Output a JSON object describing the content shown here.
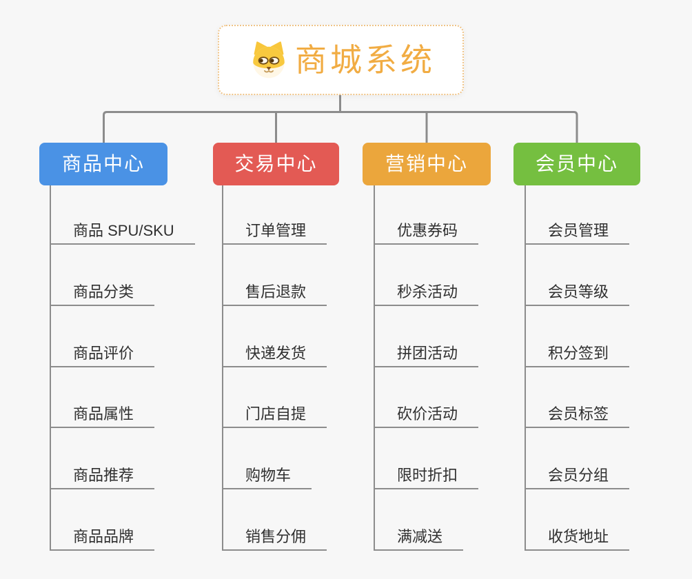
{
  "root": {
    "title": "商城系统",
    "icon": "dog-face-icon"
  },
  "branches": [
    {
      "label": "商品中心",
      "color": "#4A92E5",
      "children": [
        "商品 SPU/SKU",
        "商品分类",
        "商品评价",
        "商品属性",
        "商品推荐",
        "商品品牌"
      ]
    },
    {
      "label": "交易中心",
      "color": "#E35A54",
      "children": [
        "订单管理",
        "售后退款",
        "快递发货",
        "门店自提",
        "购物车",
        "销售分佣"
      ]
    },
    {
      "label": "营销中心",
      "color": "#EBA63C",
      "children": [
        "优惠券码",
        "秒杀活动",
        "拼团活动",
        "砍价活动",
        "限时折扣",
        "满减送"
      ]
    },
    {
      "label": "会员中心",
      "color": "#75BF40",
      "children": [
        "会员管理",
        "会员等级",
        "积分签到",
        "会员标签",
        "会员分组",
        "收货地址"
      ]
    }
  ],
  "colors": {
    "background": "#F7F7F7",
    "connector": "#8C8C8C",
    "item_underline": "#8C8C8C",
    "item_text": "#303030",
    "header_text": "#FFFFFF",
    "root_title": "#F1AC43",
    "root_border": "#EFC386"
  }
}
